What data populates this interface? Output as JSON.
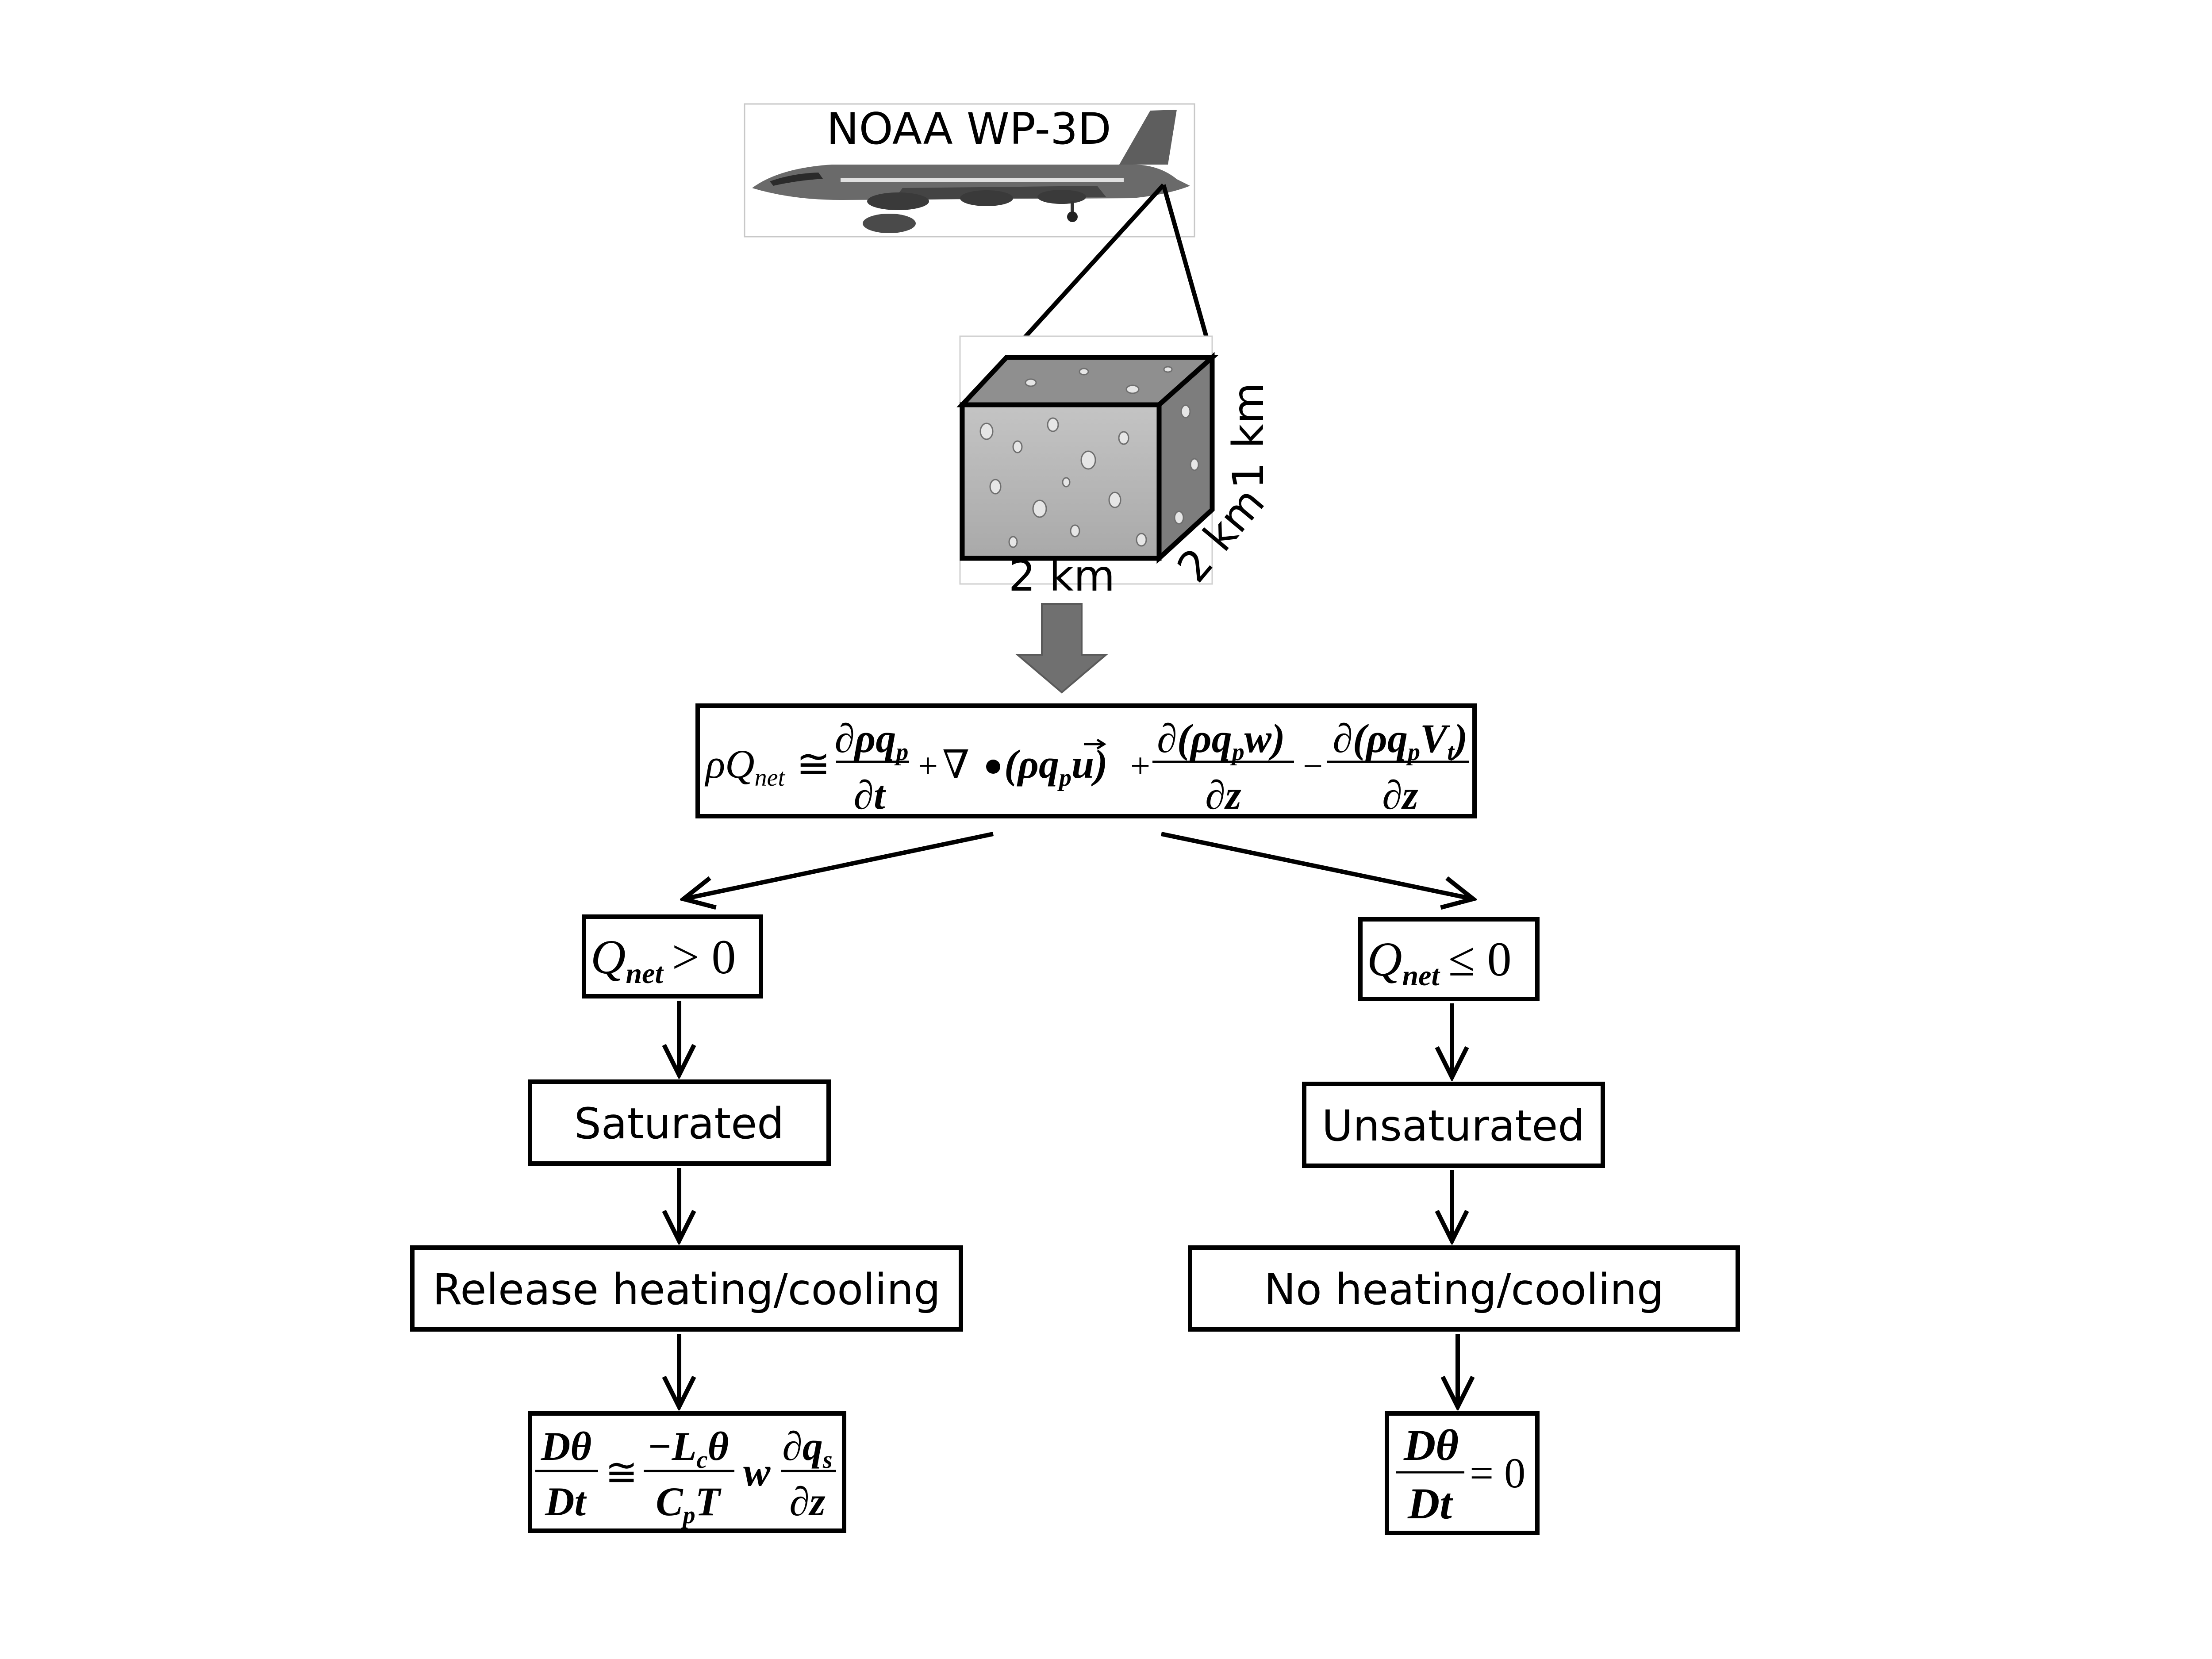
{
  "aircraft": {
    "label": "NOAA WP-3D"
  },
  "volume": {
    "width_label": "2 km",
    "depth_label": "2 km",
    "height_label": "1 km"
  },
  "equation": {
    "lhs": "ρQ",
    "lhs_sub": "net",
    "approx": "≅",
    "t1_num": "∂ρq",
    "t1_num_sub": "p",
    "t1_den": "∂t",
    "plus1": "+",
    "nabla": "∇",
    "t2": "(ρq",
    "t2_sub": "p",
    "t2_vec": "u",
    "t2_close": ")",
    "plus2": "+",
    "t3_num": "∂(ρq",
    "t3_num_sub": "p",
    "t3_num_tail": "w)",
    "t3_den": "∂z",
    "minus": "−",
    "t4_num": "∂(ρq",
    "t4_num_sub": "p",
    "t4_num_mid": "V",
    "t4_num_sub2": "t",
    "t4_num_tail": ")",
    "t4_den": "∂z"
  },
  "left_branch": {
    "condition_q": "Q",
    "condition_sub": "net",
    "condition_rel": "> 0",
    "state": "Saturated",
    "process": "Release heating/cooling",
    "result": {
      "lhs_num": "Dθ",
      "lhs_den": "Dt",
      "approx": "≅",
      "mid_num": "−L",
      "mid_num_sub": "c",
      "mid_num_tail": "θ",
      "mid_den": "C",
      "mid_den_sub": "p",
      "mid_den_tail": "T",
      "w": "w",
      "right_num": "∂q",
      "right_num_sub": "s",
      "right_den": "∂z"
    }
  },
  "right_branch": {
    "condition_q": "Q",
    "condition_sub": "net",
    "condition_rel": "≤ 0",
    "state": "Unsaturated",
    "process": "No heating/cooling",
    "result": {
      "lhs_num": "Dθ",
      "lhs_den": "Dt",
      "rhs": "= 0"
    }
  },
  "colors": {
    "line": "#000000",
    "box_fill": "#ffffff",
    "block_arrow": "#707070",
    "cube_front": "#b8b8b8",
    "cube_top": "#8c8c8c",
    "cube_side": "#7a7a7a",
    "aircraft": "#5a5a5a"
  }
}
